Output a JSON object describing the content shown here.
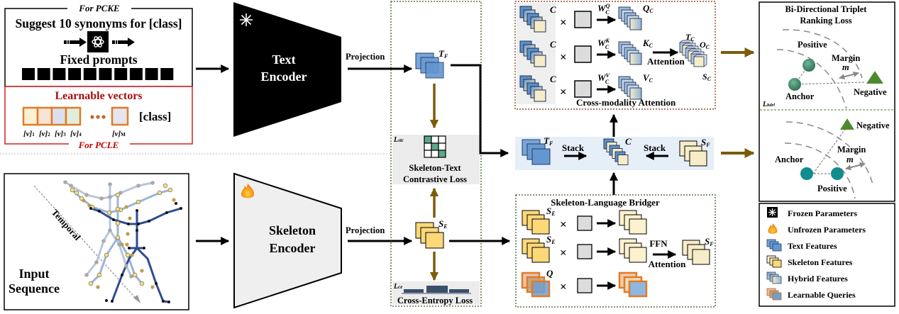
{
  "prompt_panel": {
    "pcke_label": "For PCKE",
    "suggest_text": "Suggest 10 synonyms for [class]",
    "fixed_prompts_label": "Fixed prompts",
    "fixed_prompt_count": 10,
    "learnable_vectors_label": "Learnable vectors",
    "class_token": "[class]",
    "vector_labels": [
      "[v]1",
      "[v]2",
      "[v]3",
      "[v]4",
      "[v]M"
    ],
    "vector_subs": [
      "1",
      "2",
      "3",
      "4",
      "M"
    ],
    "vector_base": "[v]",
    "pcle_label": "For PCLE",
    "icon": "llm-logo-icon"
  },
  "input_panel": {
    "temporal_label": "Temporal",
    "input_label_line1": "Input",
    "input_label_line2": "Sequence"
  },
  "text_encoder": {
    "label_line1": "Text",
    "label_line2": "Encoder",
    "icon": "snowflake-icon",
    "projection_label": "Projection"
  },
  "skeleton_encoder": {
    "label_line1": "Skeleton",
    "label_line2": "Encoder",
    "icon": "flame-icon",
    "projection_label": "Projection"
  },
  "loss_column": {
    "text_feature_label": "T",
    "text_feature_sub": "F",
    "skeleton_feature_label": "S",
    "skeleton_feature_sub": "E",
    "stc_loss_symbol": "L",
    "stc_loss_sub": "stc",
    "stc_loss_line1": "Skeleton-Text",
    "stc_loss_line2": "Contrastive Loss",
    "ce_loss_symbol": "L",
    "ce_loss_sub": "ce",
    "ce_loss_label": "Cross-Entropy Loss"
  },
  "cross_modality": {
    "title": "Cross-modality Attention",
    "input_label": "C",
    "rows": [
      {
        "weight": "W",
        "weight_sub": "C",
        "weight_sup": "Q",
        "output": "Q",
        "output_sub": "C"
      },
      {
        "weight": "W",
        "weight_sub": "C",
        "weight_sup": "K",
        "output": "K",
        "output_sub": "C"
      },
      {
        "weight": "W",
        "weight_sub": "C",
        "weight_sup": "V",
        "output": "V",
        "output_sub": "C"
      }
    ],
    "times_symbol": "×",
    "attention_label": "Attention",
    "tc_label": "T",
    "tc_sub": "C",
    "oc_label": "O",
    "oc_sub": "C",
    "sc_label": "S",
    "sc_sub": "C"
  },
  "stack_row": {
    "tf_label": "T",
    "tf_sub": "F",
    "stack_left": "Stack",
    "c_label": "C",
    "stack_right": "Stack",
    "sf_label": "S",
    "sf_sub": "F"
  },
  "bridger": {
    "title": "Skeleton-Language Bridger",
    "rows": [
      {
        "input": "S",
        "input_sub": "E"
      },
      {
        "input": "S",
        "input_sub": "E"
      },
      {
        "input": "Q",
        "input_sub": ""
      }
    ],
    "times_symbol": "×",
    "ffn_label": "FFN",
    "attention_label": "Attention",
    "output_label": "S",
    "output_sub": "F"
  },
  "triplet_panel": {
    "title_line1": "Bi-Directional Triplet",
    "title_line2": "Ranking Loss",
    "loss_symbol": "L",
    "loss_sub": "bdrl",
    "top": {
      "positive": "Positive",
      "anchor": "Anchor",
      "negative": "Negative",
      "margin": "Margin",
      "m": "m"
    },
    "bottom": {
      "positive": "Positive",
      "anchor": "Anchor",
      "negative": "Negative",
      "margin": "Margin",
      "m": "m"
    }
  },
  "legend": {
    "items": [
      {
        "icon": "snowflake-icon",
        "label": "Frozen Parameters"
      },
      {
        "icon": "flame-icon",
        "label": "Unfrozen Parameters"
      },
      {
        "icon": "text-features-icon",
        "label": "Text Features"
      },
      {
        "icon": "skeleton-features-icon",
        "label": "Skeleton Features"
      },
      {
        "icon": "hybrid-features-icon",
        "label": "Hybrid Features"
      },
      {
        "icon": "learnable-queries-icon",
        "label": "Learnable Queries"
      }
    ]
  },
  "colors": {
    "text_feature": "#5b8fc9",
    "text_feature_edge": "#2a4f7f",
    "skeleton_feature": "#fcd879",
    "skeleton_light": "#fdf1cf",
    "query_edge": "#e07b28",
    "loss_arrow": "#7a5c0a",
    "prompt_red": "#c00000",
    "panel_gray": "#ececec",
    "stack_bg": "#e8f0f8",
    "teal": "#128c8c",
    "green_node": "#3f8f6f",
    "neg_triangle": "#4d8a2f"
  }
}
